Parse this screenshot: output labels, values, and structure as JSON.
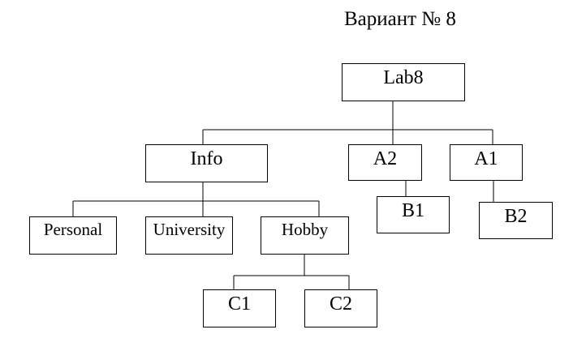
{
  "title": "Вариант № 8",
  "nodes": {
    "lab8": "Lab8",
    "info": "Info",
    "a2": "A2",
    "a1": "A1",
    "b1": "B1",
    "b2": "B2",
    "personal": "Personal",
    "university": "University",
    "hobby": "Hobby",
    "c1": "C1",
    "c2": "C2"
  }
}
